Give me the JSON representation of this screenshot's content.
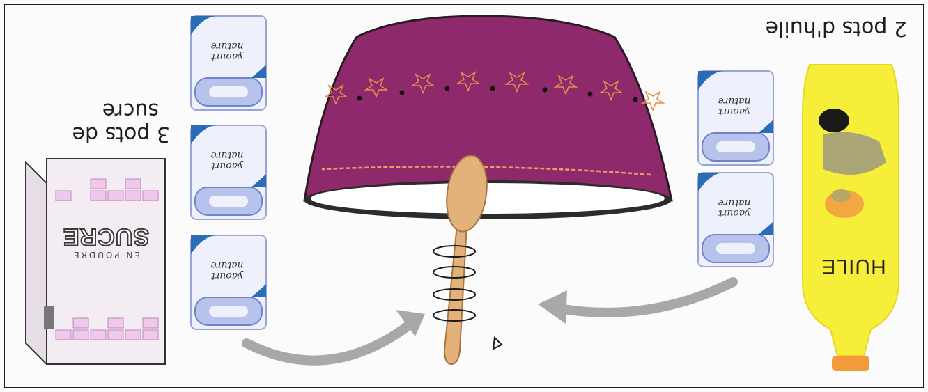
{
  "labels": {
    "oil": "2 pots d'huile",
    "sugar_line1": "3 pots de",
    "sugar_line2": "sucre"
  },
  "yogurt_pot": {
    "line1": "yaourt",
    "line2": "nature"
  },
  "sugar_box": {
    "brand": "SUCRE",
    "subtitle": "EN POUDRE"
  },
  "oil_bottle": {
    "label": "HUILE"
  },
  "colors": {
    "bowl": "#8e2a6c",
    "bottle": "#f7ee3a",
    "spoon": "#e3b27a",
    "arrow": "#a8a8a8",
    "pot_blue": "#2a6cb5"
  }
}
